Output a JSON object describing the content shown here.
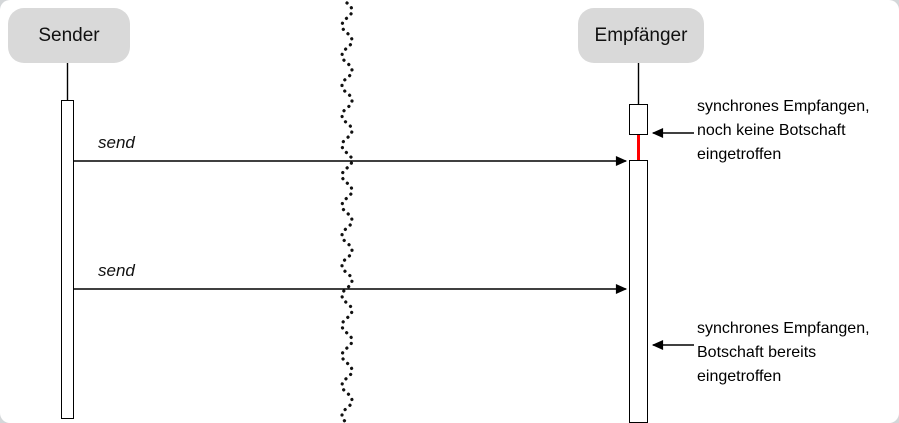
{
  "diagram": {
    "actors": [
      {
        "label": "Sender"
      },
      {
        "label": "Empfänger"
      }
    ],
    "messages": [
      {
        "label": "send"
      },
      {
        "label": "send"
      }
    ],
    "annotations": [
      {
        "lines": [
          "synchrones Empfangen,",
          "noch keine Botschaft",
          "eingetroffen"
        ]
      },
      {
        "lines": [
          "synchrones Empfangen,",
          "Botschaft bereits",
          "eingetroffen"
        ]
      }
    ],
    "colors": {
      "actor_fill": "#d9d9d9",
      "highlight": "#ff0000",
      "line": "#000000"
    }
  }
}
